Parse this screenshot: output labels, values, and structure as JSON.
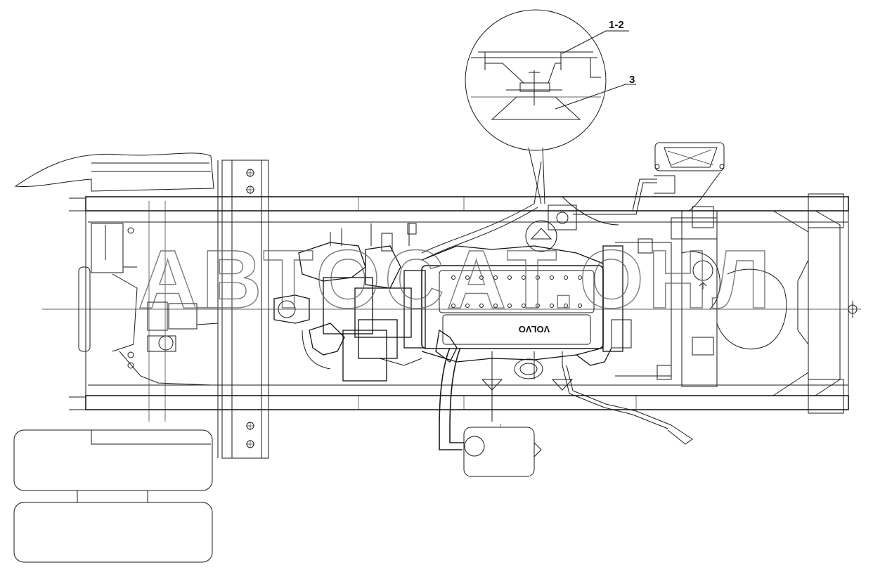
{
  "diagram": {
    "callouts": [
      {
        "label": "1-2"
      },
      {
        "label": "3"
      }
    ],
    "engine_brand": "VOLVO",
    "watermark": "АВТОСАТ.ОНЛ"
  },
  "colors": {
    "line": "#1a1a1a",
    "background": "#ffffff",
    "watermark": "#666666"
  }
}
